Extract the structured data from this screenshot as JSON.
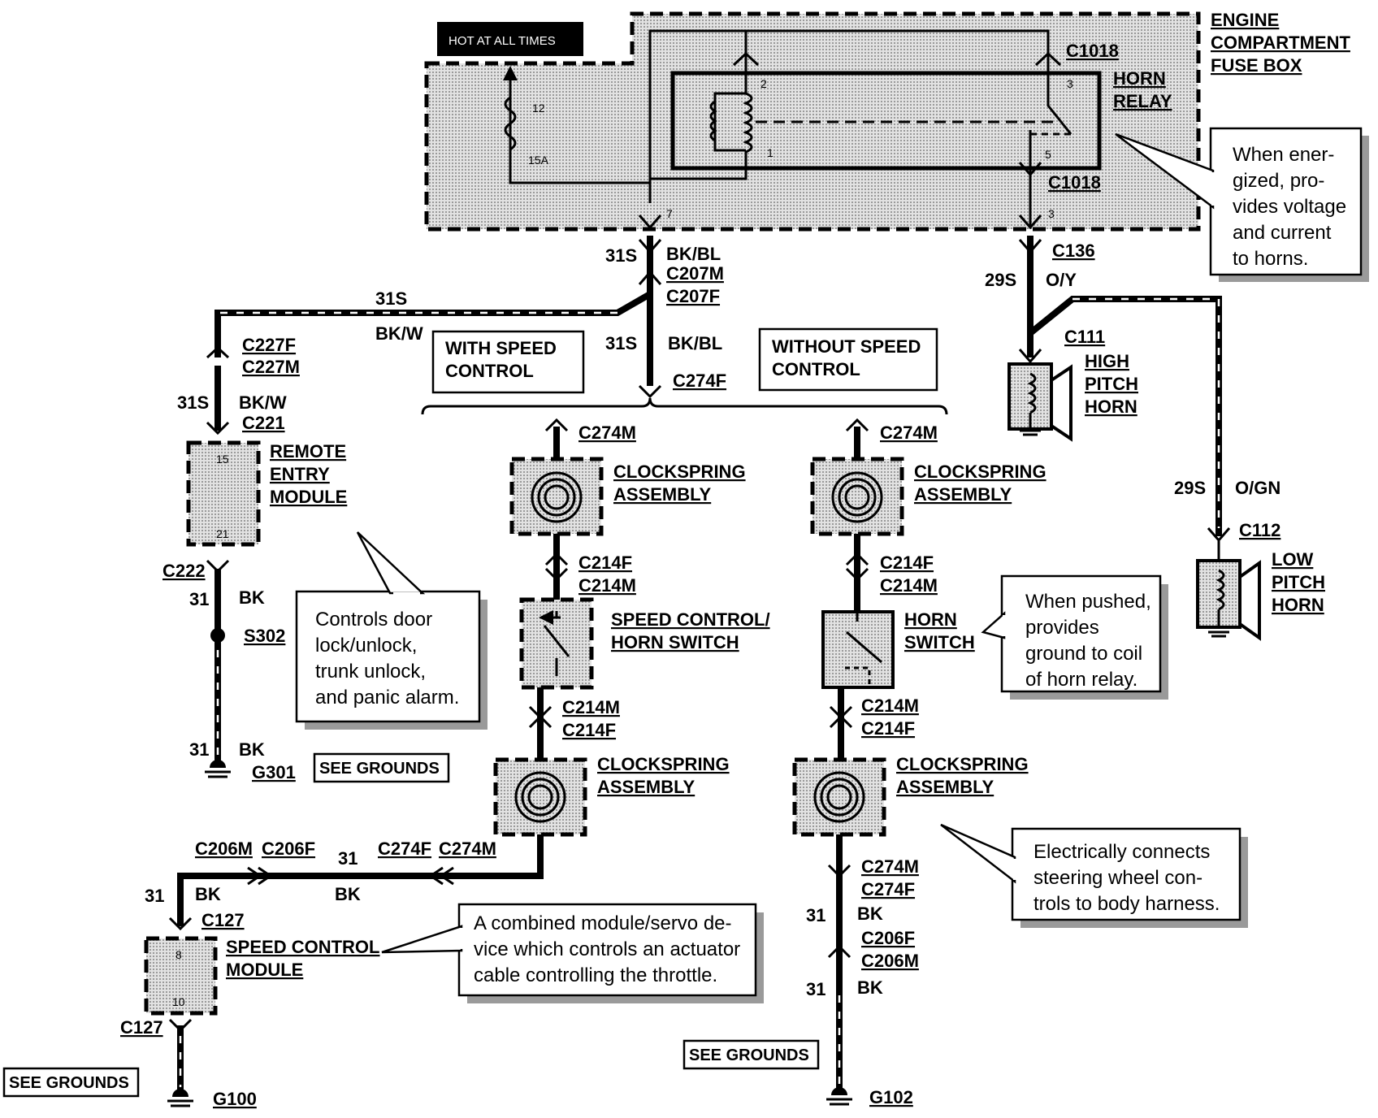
{
  "fuse_box": {
    "title_line1": "ENGINE",
    "title_line2": "COMPARTMENT",
    "title_line3": "FUSE BOX",
    "hot_label": "HOT AT ALL TIMES",
    "fuse_number": "12",
    "fuse_rating": "15A",
    "relay_label_line1": "HORN",
    "relay_label_line2": "RELAY",
    "connector_top": "C1018",
    "connector_bottom": "C1018",
    "pin_2": "2",
    "pin_1": "1",
    "pin_3_top": "3",
    "pin_5": "5",
    "pin_7": "7",
    "pin_3_bottom": "3"
  },
  "callouts": {
    "relay_note": [
      "When ener-",
      "gized, pro-",
      "vides voltage",
      "and current",
      "to horns."
    ],
    "remote_note": [
      "Controls door",
      "lock/unlock,",
      "trunk unlock,",
      "and panic alarm."
    ],
    "horn_switch_note": [
      "When pushed,",
      "provides",
      "ground to coil",
      "of horn relay."
    ],
    "clockspring_note": [
      "Electrically connects",
      "steering wheel con-",
      "trols to body harness."
    ],
    "speed_module_note": [
      "A combined module/servo de-",
      "vice which controls an actuator",
      "cable controlling the throttle."
    ]
  },
  "options": {
    "with_speed_line1": "WITH SPEED",
    "with_speed_line2": "CONTROL",
    "without_speed_line1": "WITHOUT SPEED",
    "without_speed_line2": "CONTROL"
  },
  "horns": {
    "high_conn": "C111",
    "high_line1": "HIGH",
    "high_line2": "PITCH",
    "high_line3": "HORN",
    "low_conn": "C112",
    "low_line1": "LOW",
    "low_line2": "PITCH",
    "low_line3": "HORN",
    "c136": "C136",
    "wire_29s_a": "29S",
    "color_oy": "O/Y",
    "wire_29s_b": "29S",
    "color_ogn": "O/GN"
  },
  "main_feed": {
    "w31s_top": "31S",
    "bkbl_top": "BK/BL",
    "c207m": "C207M",
    "c207f": "C207F",
    "w31s_mid": "31S",
    "bkbl_mid": "BK/BL",
    "c274f": "C274F"
  },
  "remote_entry": {
    "w31s_horiz": "31S",
    "bkw_horiz": "BK/W",
    "c227f": "C227F",
    "c227m": "C227M",
    "w31s": "31S",
    "bkw": "BK/W",
    "c221": "C221",
    "pin15": "15",
    "pin21": "21",
    "label_line1": "REMOTE",
    "label_line2": "ENTRY",
    "label_line3": "MODULE",
    "c222": "C222",
    "w31a": "31",
    "bk_a": "BK",
    "s302": "S302",
    "w31b": "31",
    "bk_b": "BK",
    "g301": "G301",
    "see_grounds": "SEE GROUNDS"
  },
  "with_speed": {
    "c274m": "C274M",
    "clock1_line1": "CLOCKSPRING",
    "clock1_line2": "ASSEMBLY",
    "c214f_a": "C214F",
    "c214m_a": "C214M",
    "switch_line1": "SPEED CONTROL/",
    "switch_line2": "HORN SWITCH",
    "c214m_b": "C214M",
    "c214f_b": "C214F",
    "clock2_line1": "CLOCKSPRING",
    "clock2_line2": "ASSEMBLY",
    "c206m": "C206M",
    "c206f": "C206F",
    "w31_mid": "31",
    "c274f_b": "C274F",
    "c274m_b": "C274M",
    "w31_left": "31",
    "bk_left": "BK",
    "bk_mid": "BK",
    "c127_top": "C127",
    "pin8": "8",
    "pin10": "10",
    "module_line1": "SPEED CONTROL",
    "module_line2": "MODULE",
    "c127_bottom": "C127",
    "see_grounds": "SEE GROUNDS",
    "g100": "G100"
  },
  "without_speed": {
    "c274m": "C274M",
    "clock1_line1": "CLOCKSPRING",
    "clock1_line2": "ASSEMBLY",
    "c214f": "C214F",
    "c214m": "C214M",
    "switch_line1": "HORN",
    "switch_line2": "SWITCH",
    "c214m_b": "C214M",
    "c214f_b": "C214F",
    "clock2_line1": "CLOCKSPRING",
    "clock2_line2": "ASSEMBLY",
    "c274m_b": "C274M",
    "c274f_b": "C274F",
    "w31_a": "31",
    "bk_a": "BK",
    "c206f": "C206F",
    "c206m": "C206M",
    "w31_b": "31",
    "bk_b": "BK",
    "see_grounds": "SEE GROUNDS",
    "g102": "G102"
  }
}
